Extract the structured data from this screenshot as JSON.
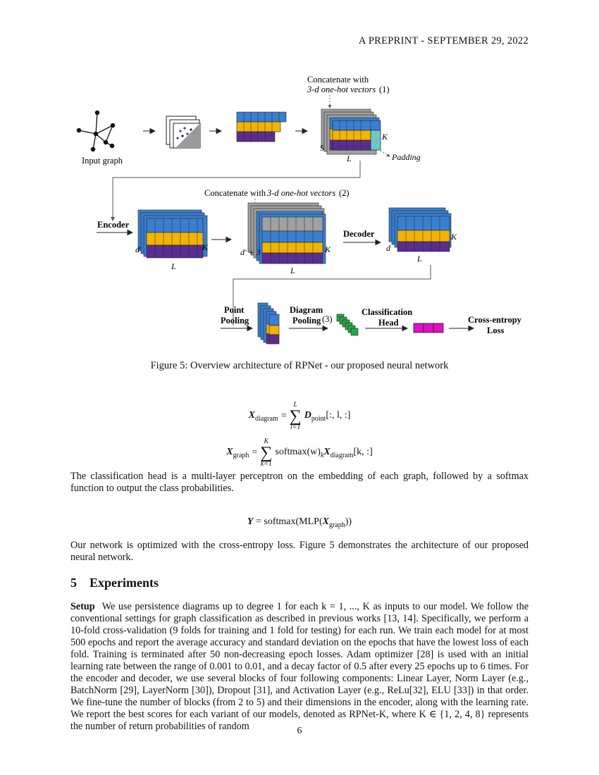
{
  "header": {
    "text": "A PREPRINT - SEPTEMBER 29, 2022"
  },
  "figure": {
    "input_graph": "Input graph",
    "concat1_line1": "Concatenate with",
    "concat1_line2": "3-d one-hot vectors",
    "concat1_ref": "(1)",
    "k_label": "K",
    "five_label": "5",
    "l_label": "L",
    "padding": "Padding",
    "encoder": "Encoder",
    "concat2_prefix": "Concatenate with",
    "concat2_italic": "3-d one-hot vectors",
    "concat2_ref": "(2)",
    "dprime": "d′",
    "dprime3": "d′ + 3",
    "decoder": "Decoder",
    "d_label": "d",
    "point_pooling_1": "Point",
    "point_pooling_2": "Pooling",
    "diagram_pooling_1": "Diagram",
    "diagram_pooling_2": "Pooling",
    "diagram_ref": "(3)",
    "class_head_1": "Classification",
    "class_head_2": "Head",
    "ce_1": "Cross-entropy",
    "ce_2": "Loss",
    "colors": {
      "blue": "#3a7fd0",
      "yellow": "#f2b400",
      "purple": "#5b2d91",
      "gray": "#a0a0a0",
      "teal": "#6fc7c5",
      "green": "#28a745",
      "magenta": "#e010c0"
    },
    "caption": "Figure 5: Overview architecture of RPNet - our proposed neural network"
  },
  "equations": {
    "eq1": {
      "lhs": "X",
      "lhs_sub": "diagram",
      "sum_top": "L",
      "sum_bottom": "l=1",
      "rhs": "D",
      "rhs_sub": "point",
      "rhs_tail": "[:, l, :]"
    },
    "eq2": {
      "lhs": "X",
      "lhs_sub": "graph",
      "sum_top": "K",
      "sum_bottom": "k=1",
      "rhs_a": "softmax(w)",
      "rhs_a_sub": "k",
      "rhs_b": "X",
      "rhs_b_sub": "diagram",
      "rhs_tail": "[k, :]"
    },
    "eq3": {
      "lhs": "Y",
      "rhs_a": "softmax(MLP(",
      "rhs_x": "X",
      "rhs_x_sub": "graph",
      "rhs_tail": "))"
    }
  },
  "text": {
    "p1": "The classification head is a multi-layer perceptron on the embedding of each graph, followed by a softmax function to output the class probabilities.",
    "p2": "Our network is optimized with the cross-entropy loss. Figure 5 demonstrates the architecture of our proposed neural network.",
    "section_number": "5",
    "section_title": "Experiments",
    "setup_label": "Setup",
    "p3": "We use persistence diagrams up to degree 1 for each k = 1, ..., K as inputs to our model. We follow the conventional settings for graph classification as described in previous works [13, 14]. Specifically, we perform a 10-fold cross-validation (9 folds for training and 1 fold for testing) for each run. We train each model for at most 500 epochs and report the average accuracy and standard deviation on the epochs that have the lowest loss of each fold. Training is terminated after 50 non-decreasing epoch losses. Adam optimizer [28] is used with an initial learning rate between the range of 0.001 to 0.01, and a decay factor of 0.5 after every 25 epochs up to 6 times. For the encoder and decoder, we use several blocks of four following components: Linear Layer, Norm Layer (e.g., BatchNorm [29], LayerNorm [30]), Dropout [31], and Activation Layer (e.g., ReLu[32], ELU [33]) in that order. We fine-tune the number of blocks (from 2 to 5) and their dimensions in the encoder, along with the learning rate. We report the best scores for each variant of our models, denoted as RPNet-K, where K ∈ {1, 2, 4, 8} represents the number of return probabilities of random"
  },
  "page_number": "6"
}
